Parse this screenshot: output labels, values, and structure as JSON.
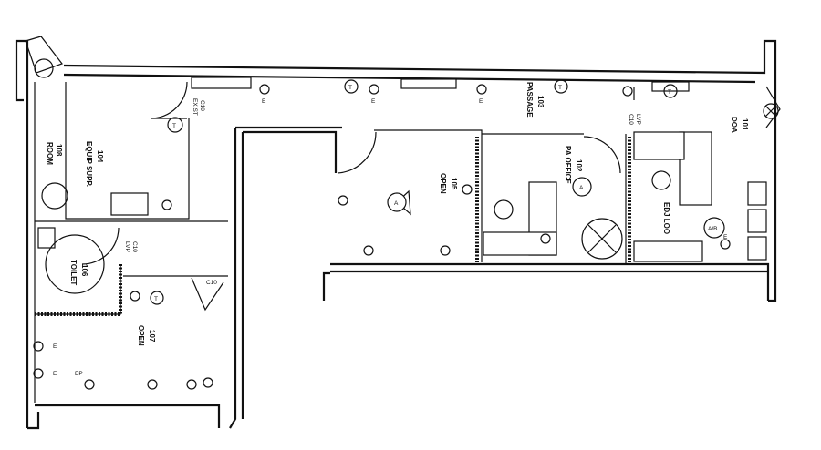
{
  "plan": {
    "rooms": [
      {
        "name": "DOA",
        "number": "101"
      },
      {
        "name": "PA OFFICE",
        "number": "102"
      },
      {
        "name": "PASSAGE",
        "number": "103"
      },
      {
        "name": "EQUIP SUPP.",
        "number": "104"
      },
      {
        "name": "OPEN",
        "number": "105"
      },
      {
        "name": "TOILET",
        "number": "106"
      },
      {
        "name": "OPEN",
        "number": "107"
      },
      {
        "name": "ROOM",
        "number": "108"
      },
      {
        "name": "EDJ LOO",
        "number": ""
      }
    ],
    "notes": {
      "exist": "EXIST",
      "c10": "C10",
      "lvp": "LVP",
      "e": "E",
      "ep": "EP",
      "t": "T",
      "a": "A",
      "ab": "A/B"
    }
  }
}
